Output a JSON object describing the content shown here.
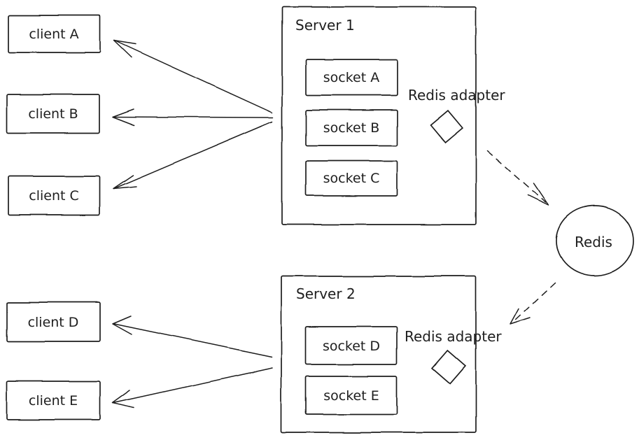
{
  "clients": [
    {
      "id": "client-a",
      "label": "client A"
    },
    {
      "id": "client-b",
      "label": "client B"
    },
    {
      "id": "client-c",
      "label": "client C"
    },
    {
      "id": "client-d",
      "label": "client D"
    },
    {
      "id": "client-e",
      "label": "client E"
    }
  ],
  "servers": [
    {
      "id": "server-1",
      "title": "Server 1",
      "adapter_label": "Redis adapter",
      "sockets": [
        {
          "id": "socket-a",
          "label": "socket A"
        },
        {
          "id": "socket-b",
          "label": "socket B"
        },
        {
          "id": "socket-c",
          "label": "socket C"
        }
      ]
    },
    {
      "id": "server-2",
      "title": "Server 2",
      "adapter_label": "Redis adapter",
      "sockets": [
        {
          "id": "socket-d",
          "label": "socket D"
        },
        {
          "id": "socket-e",
          "label": "socket E"
        }
      ]
    }
  ],
  "redis": {
    "label": "Redis"
  },
  "connections": [
    {
      "from": "server-1",
      "to": "client-a",
      "style": "solid-arrow"
    },
    {
      "from": "server-1",
      "to": "client-b",
      "style": "solid-arrow"
    },
    {
      "from": "server-1",
      "to": "client-c",
      "style": "solid-arrow"
    },
    {
      "from": "server-2",
      "to": "client-d",
      "style": "solid-arrow"
    },
    {
      "from": "server-2",
      "to": "client-e",
      "style": "solid-arrow"
    },
    {
      "from": "server-1-redis-adapter",
      "to": "redis",
      "style": "dashed-arrow"
    },
    {
      "from": "redis",
      "to": "server-2-redis-adapter",
      "style": "dashed-arrow"
    }
  ],
  "colors": {
    "ink": "#1e1e1e",
    "background": "#ffffff"
  }
}
